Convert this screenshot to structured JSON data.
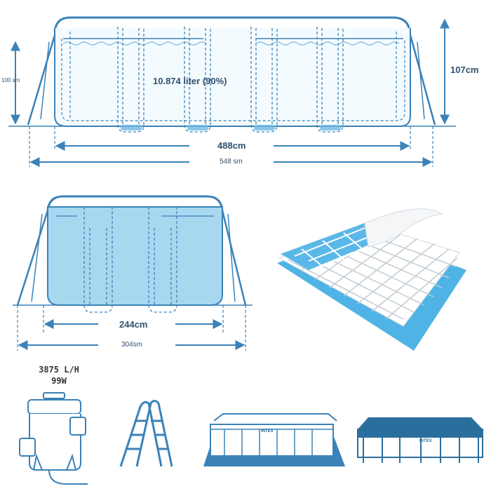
{
  "colors": {
    "frame": "#3b82b8",
    "frame_dark": "#2a6a9a",
    "water": "#a8d8f0",
    "water_light": "#cdeaf8",
    "text": "#2f4f6f",
    "mat_blue": "#3fa9e0",
    "cover": "#2a6e9e"
  },
  "side_view": {
    "capacity_label": "10.874 liter (90%)",
    "water_height_label": "100 sm",
    "total_height_label": "107cm",
    "inner_length_label": "488cm",
    "outer_length_label": "548 sm"
  },
  "end_view": {
    "inner_width_label": "244cm",
    "outer_width_label": "304sm"
  },
  "pump": {
    "flow_label": "3875 L/H",
    "power_label": "99W"
  },
  "accessories": {
    "pump_icon": "filter-pump-icon",
    "ladder_icon": "pool-ladder-icon",
    "ground_cloth_icon": "pool-on-ground-cloth-icon",
    "cover_icon": "pool-cover-icon",
    "brand_text": "INTEX"
  }
}
